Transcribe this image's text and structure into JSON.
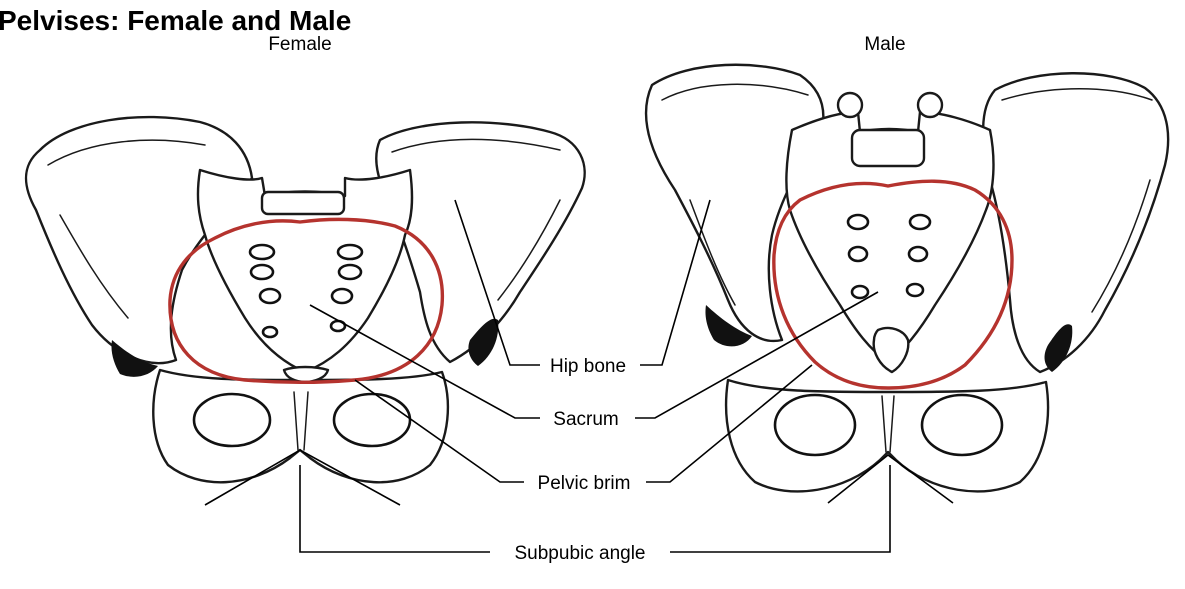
{
  "title": "Pelvises: Female and Male",
  "panels": {
    "female": {
      "label": "Female"
    },
    "male": {
      "label": "Male"
    }
  },
  "callouts": {
    "hip_bone": "Hip bone",
    "sacrum": "Sacrum",
    "pelvic_brim": "Pelvic brim",
    "subpubic_angle": "Subpubic angle"
  },
  "colors": {
    "pelvic_brim_outline": "#b5332e",
    "bone_fill": "#ffffff",
    "ink": "#000000"
  }
}
